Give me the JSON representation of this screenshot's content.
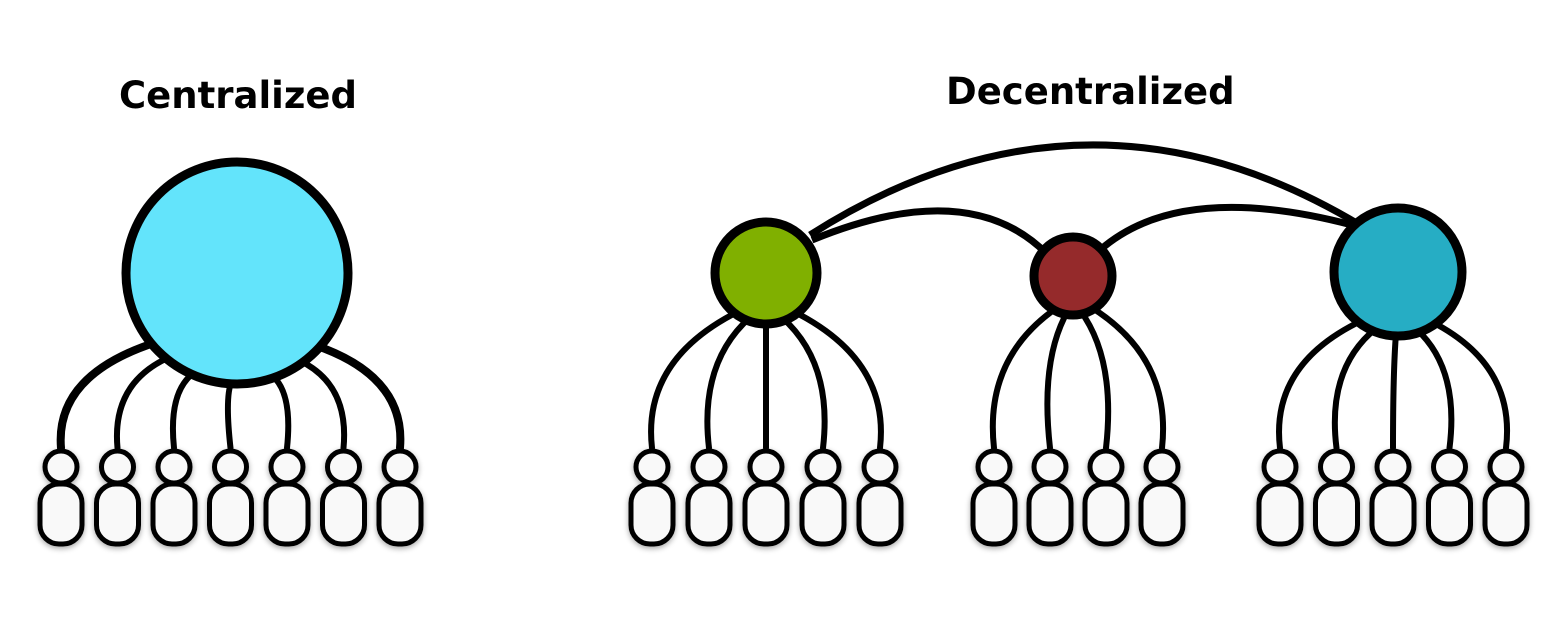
{
  "centralized": {
    "title": "Centralized",
    "hub_color": "#63e4fb",
    "user_count": 7
  },
  "decentralized": {
    "title": "Decentralized",
    "hubs": [
      {
        "name": "green-hub",
        "color": "#80b000",
        "user_count": 5
      },
      {
        "name": "red-hub",
        "color": "#952a2b",
        "user_count": 4
      },
      {
        "name": "teal-hub",
        "color": "#26adc4",
        "user_count": 5
      }
    ]
  },
  "colors": {
    "outline": "#000000",
    "user_fill": "#f9f9f9",
    "background": "#ffffff"
  }
}
